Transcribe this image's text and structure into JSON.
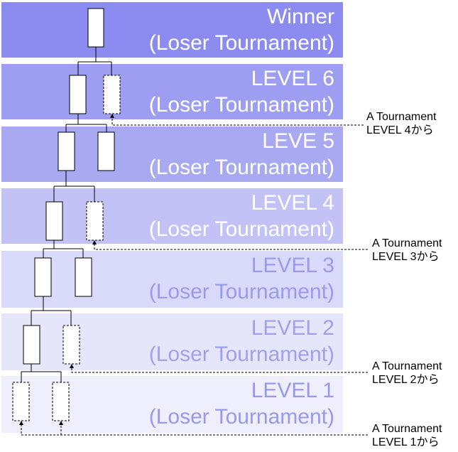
{
  "levels": [
    {
      "title": "Winner",
      "subtitle": "(Loser Tournament)",
      "color": "#8c8cf0",
      "text_color": "#ffffff"
    },
    {
      "title": "LEVEL 6",
      "subtitle": "(Loser Tournament)",
      "color": "#9d9df2",
      "text_color": "#ffffff"
    },
    {
      "title": "LEVE 5",
      "subtitle": "(Loser Tournament)",
      "color": "#a9a9f2",
      "text_color": "#ffffff"
    },
    {
      "title": "LEVEL 4",
      "subtitle": "(Loser Tournament)",
      "color": "#c2c2f6",
      "text_color": "#ffffff"
    },
    {
      "title": "LEVEL 3",
      "subtitle": "(Loser Tournament)",
      "color": "#d9d9f9",
      "text_color": "#9b9bee"
    },
    {
      "title": "LEVEL 2",
      "subtitle": "(Loser Tournament)",
      "color": "#e6e6fb",
      "text_color": "#a0a0ee"
    },
    {
      "title": "LEVEL 1",
      "subtitle": "(Loser Tournament)",
      "color": "#eeeefc",
      "text_color": "#9999ec"
    }
  ],
  "notes": [
    {
      "line1": "A Tournament",
      "line2": "LEVEL 4から"
    },
    {
      "line1": "A Tournament",
      "line2": "LEVEL 3から"
    },
    {
      "line1": "A Tournament",
      "line2": "LEVEL 2から"
    },
    {
      "line1": "A Tournament",
      "line2": "LEVEL 1から"
    }
  ]
}
